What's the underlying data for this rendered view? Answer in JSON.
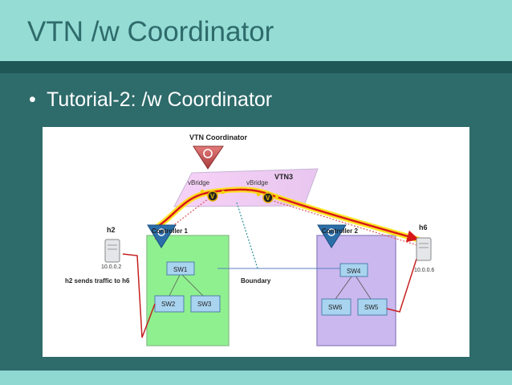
{
  "slide": {
    "title": "VTN /w Coordinator",
    "bullet": "Tutorial-2: /w Coordinator",
    "bullet_symbol": "•"
  },
  "diagram": {
    "coordinator_label": "VTN Coordinator",
    "vtn_label": "VTN3",
    "vbridge_left": "vBridge",
    "vbridge_right": "vBridge",
    "vbridge_icon_letter": "V",
    "controller1_label": "Controller 1",
    "controller2_label": "Controller 2",
    "host_left_name": "h2",
    "host_left_ip": "10.0.0.2",
    "host_left_note": "h2 sends traffic to h6",
    "host_right_name": "h6",
    "host_right_ip": "10.0.0.6",
    "boundary_label": "Boundary",
    "switches": [
      "SW1",
      "SW2",
      "SW3",
      "SW4",
      "SW6",
      "SW5"
    ]
  },
  "colors": {
    "title_bg": "#95dcd5",
    "body_bg": "#2e6b6b",
    "stripe": "#1f5656",
    "title_text": "#2e6b6b",
    "domain1_fill": "#8ff08f",
    "domain2_fill": "#cbb8ef",
    "switch_fill": "#a9d4ef",
    "flow_arrow": "#d81818",
    "flow_glow": "#ffe200",
    "controller_fill": "#2b6ea8"
  }
}
